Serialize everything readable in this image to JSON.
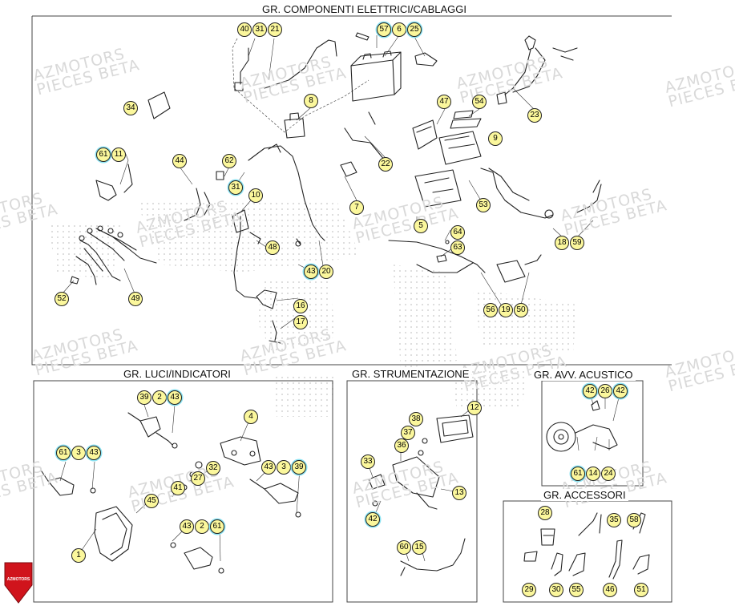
{
  "sections": {
    "electrical": "GR. COMPONENTI ELETTRICI/CABLAGGI",
    "lights": "GR. LUCI/INDICATORI",
    "instruments": "GR. STRUMENTAZIONE",
    "horn": "GR. AVV. ACUSTICO",
    "accessories": "GR. ACCESSORI"
  },
  "watermark": {
    "line1": "AZMOTORS",
    "line2": "PIECES BETA"
  },
  "logo_text": "AZMOTORS",
  "colors": {
    "tag_fill": "#fbf79c",
    "tag_cyan": "#8de3f2",
    "logo_red": "#d0141c",
    "frame": "#444444"
  },
  "callouts": [
    {
      "id": "c1",
      "labels": [
        "40",
        "31",
        "21"
      ],
      "cyan": [
        false,
        false,
        false
      ]
    },
    {
      "id": "c2",
      "labels": [
        "57",
        "6",
        "25"
      ],
      "cyan": [
        true,
        false,
        true
      ]
    },
    {
      "id": "c3",
      "labels": [
        "34"
      ],
      "cyan": [
        false
      ]
    },
    {
      "id": "c4",
      "labels": [
        "8"
      ],
      "cyan": [
        false
      ]
    },
    {
      "id": "c5",
      "labels": [
        "47"
      ],
      "cyan": [
        false
      ]
    },
    {
      "id": "c6",
      "labels": [
        "54"
      ],
      "cyan": [
        false
      ]
    },
    {
      "id": "c7",
      "labels": [
        "23"
      ],
      "cyan": [
        false
      ]
    },
    {
      "id": "c8",
      "labels": [
        "61",
        "11"
      ],
      "cyan": [
        true,
        false
      ]
    },
    {
      "id": "c9",
      "labels": [
        "44"
      ],
      "cyan": [
        false
      ]
    },
    {
      "id": "c10",
      "labels": [
        "62"
      ],
      "cyan": [
        false
      ]
    },
    {
      "id": "c11",
      "labels": [
        "31"
      ],
      "cyan": [
        true
      ]
    },
    {
      "id": "c12",
      "labels": [
        "22"
      ],
      "cyan": [
        false
      ]
    },
    {
      "id": "c13",
      "labels": [
        "9"
      ],
      "cyan": [
        false
      ]
    },
    {
      "id": "c14",
      "labels": [
        "10"
      ],
      "cyan": [
        false
      ]
    },
    {
      "id": "c15",
      "labels": [
        "7"
      ],
      "cyan": [
        false
      ]
    },
    {
      "id": "c16",
      "labels": [
        "53"
      ],
      "cyan": [
        false
      ]
    },
    {
      "id": "c17",
      "labels": [
        "5"
      ],
      "cyan": [
        false
      ]
    },
    {
      "id": "c18",
      "labels": [
        "64"
      ],
      "cyan": [
        false
      ]
    },
    {
      "id": "c19",
      "labels": [
        "63"
      ],
      "cyan": [
        false
      ]
    },
    {
      "id": "c20",
      "labels": [
        "18",
        "59"
      ],
      "cyan": [
        false,
        false
      ]
    },
    {
      "id": "c21",
      "labels": [
        "48"
      ],
      "cyan": [
        false
      ]
    },
    {
      "id": "c22",
      "labels": [
        "43",
        "20"
      ],
      "cyan": [
        true,
        false
      ]
    },
    {
      "id": "c23",
      "labels": [
        "52"
      ],
      "cyan": [
        false
      ]
    },
    {
      "id": "c24",
      "labels": [
        "49"
      ],
      "cyan": [
        false
      ]
    },
    {
      "id": "c25",
      "labels": [
        "16"
      ],
      "cyan": [
        false
      ]
    },
    {
      "id": "c26",
      "labels": [
        "17"
      ],
      "cyan": [
        false
      ]
    },
    {
      "id": "c27",
      "labels": [
        "56",
        "19",
        "50"
      ],
      "cyan": [
        false,
        false,
        false
      ]
    },
    {
      "id": "c28",
      "labels": [
        "39",
        "2",
        "43"
      ],
      "cyan": [
        false,
        false,
        true
      ]
    },
    {
      "id": "c29",
      "labels": [
        "4"
      ],
      "cyan": [
        false
      ]
    },
    {
      "id": "c30",
      "labels": [
        "61",
        "3",
        "43"
      ],
      "cyan": [
        true,
        false,
        true
      ]
    },
    {
      "id": "c31",
      "labels": [
        "32"
      ],
      "cyan": [
        false
      ]
    },
    {
      "id": "c32",
      "labels": [
        "27"
      ],
      "cyan": [
        false
      ]
    },
    {
      "id": "c33",
      "labels": [
        "41"
      ],
      "cyan": [
        false
      ]
    },
    {
      "id": "c34",
      "labels": [
        "43",
        "3",
        "39"
      ],
      "cyan": [
        false,
        false,
        true
      ]
    },
    {
      "id": "c35",
      "labels": [
        "45"
      ],
      "cyan": [
        false
      ]
    },
    {
      "id": "c36",
      "labels": [
        "43",
        "2",
        "61"
      ],
      "cyan": [
        false,
        false,
        true
      ]
    },
    {
      "id": "c37",
      "labels": [
        "1"
      ],
      "cyan": [
        false
      ]
    },
    {
      "id": "c38",
      "labels": [
        "38"
      ],
      "cyan": [
        false
      ]
    },
    {
      "id": "c39",
      "labels": [
        "12"
      ],
      "cyan": [
        false
      ]
    },
    {
      "id": "c40",
      "labels": [
        "37"
      ],
      "cyan": [
        false
      ]
    },
    {
      "id": "c41",
      "labels": [
        "36"
      ],
      "cyan": [
        false
      ]
    },
    {
      "id": "c42",
      "labels": [
        "33"
      ],
      "cyan": [
        false
      ]
    },
    {
      "id": "c43",
      "labels": [
        "13"
      ],
      "cyan": [
        false
      ]
    },
    {
      "id": "c44",
      "labels": [
        "42"
      ],
      "cyan": [
        true
      ]
    },
    {
      "id": "c45",
      "labels": [
        "60",
        "15"
      ],
      "cyan": [
        false,
        false
      ]
    },
    {
      "id": "c46",
      "labels": [
        "42",
        "26",
        "42"
      ],
      "cyan": [
        true,
        false,
        true
      ]
    },
    {
      "id": "c47",
      "labels": [
        "61",
        "14",
        "24"
      ],
      "cyan": [
        true,
        false,
        false
      ]
    },
    {
      "id": "c48",
      "labels": [
        "28"
      ],
      "cyan": [
        false
      ]
    },
    {
      "id": "c49",
      "labels": [
        "35"
      ],
      "cyan": [
        false
      ]
    },
    {
      "id": "c50",
      "labels": [
        "58"
      ],
      "cyan": [
        false
      ]
    },
    {
      "id": "c51",
      "labels": [
        "29"
      ],
      "cyan": [
        false
      ]
    },
    {
      "id": "c52",
      "labels": [
        "30"
      ],
      "cyan": [
        false
      ]
    },
    {
      "id": "c53",
      "labels": [
        "55"
      ],
      "cyan": [
        false
      ]
    },
    {
      "id": "c54",
      "labels": [
        "46"
      ],
      "cyan": [
        false
      ]
    },
    {
      "id": "c55",
      "labels": [
        "51"
      ],
      "cyan": [
        false
      ]
    }
  ]
}
